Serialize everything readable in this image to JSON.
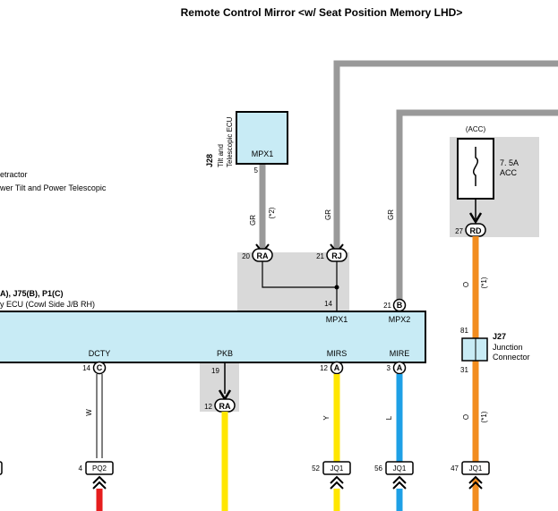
{
  "title": "Remote Control Mirror <w/ Seat Position Memory LHD>",
  "left_labels": {
    "retractor": "etractor",
    "tilt_telescopic": "wer Tilt and Power Telescopic"
  },
  "j28": {
    "id": "J28",
    "name_line1": "Tilt and",
    "name_line2": "Telescopic ECU",
    "pin_label": "MPX1",
    "pin_number": "5"
  },
  "fuse": {
    "location": "(ACC)",
    "rating": "7. 5A",
    "name": "ACC"
  },
  "wire_labels": {
    "gr1": "GR",
    "gr2": "GR",
    "gr3": "GR",
    "note2": "(*2)",
    "o1": "O",
    "o2": "O",
    "note1a": "(*1)",
    "note1b": "(*1)",
    "w": "W",
    "y": "Y",
    "l": "L"
  },
  "connectors_top": {
    "ra_pin": "20",
    "ra": "RA",
    "rj_pin": "21",
    "rj": "RJ",
    "rd_pin": "27",
    "rd": "RD",
    "b_pin": "21",
    "b": "B",
    "junction_pin": "14"
  },
  "ecu": {
    "label_line1": "A), J75(B), P1(C)",
    "label_line2": "y ECU (Cowl Side J/B RH)",
    "mpx1": "MPX1",
    "mpx2": "MPX2",
    "dcty": "DCTY",
    "pkb": "PKB",
    "mirs": "MIRS",
    "mire": "MIRE"
  },
  "connectors_bottom": {
    "c_pin": "14",
    "c": "C",
    "ra19": "19",
    "ra_pin": "12",
    "ra": "RA",
    "a1_pin": "12",
    "a1": "A",
    "a2_pin": "3",
    "a2": "A"
  },
  "j27": {
    "id": "J27",
    "line1": "Junction",
    "line2": "Connector",
    "pin_top": "81",
    "pin_bottom": "31"
  },
  "terminals": {
    "pq2_pin": "4",
    "pq2": "PQ2",
    "jq1a_pin": "52",
    "jq1a": "JQ1",
    "jq1b_pin": "56",
    "jq1b": "JQ1",
    "jq1c_pin": "47",
    "jq1c": "JQ1"
  },
  "colors": {
    "gray_wire": "#999999",
    "gray_box": "#d9d9d9",
    "ecu_fill": "#c8ebf5",
    "orange": "#f28c1e",
    "yellow": "#ffe600",
    "blue": "#1ea0e6",
    "red": "#e61e1e"
  }
}
